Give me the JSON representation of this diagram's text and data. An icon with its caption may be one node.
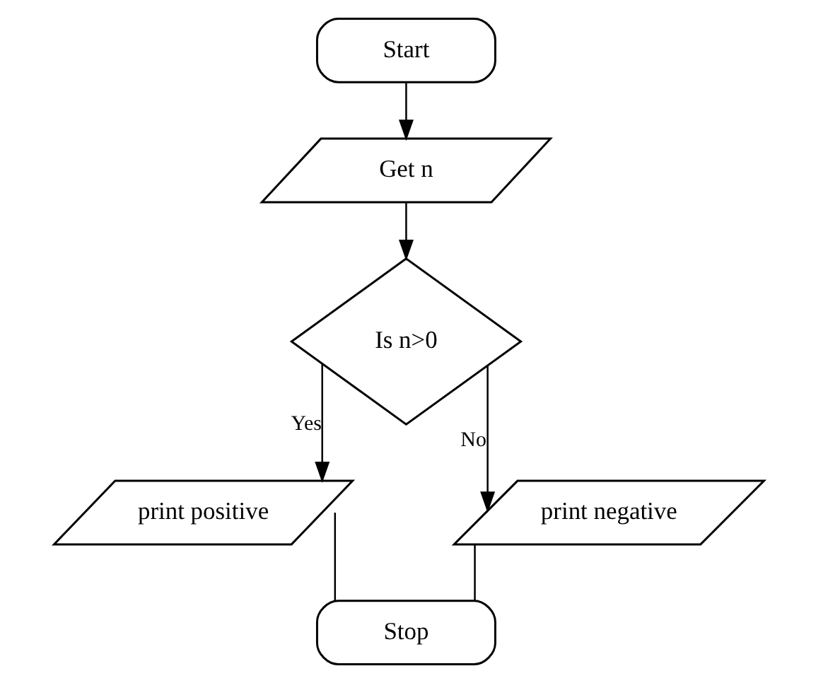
{
  "diagram": {
    "nodes": [
      {
        "text": [
          "Start"
        ]
      },
      {
        "text": [
          "Get n"
        ]
      },
      {
        "text": [
          "Is n>0"
        ]
      },
      {
        "text": [
          "print positive"
        ]
      },
      {
        "text": [
          "print negative"
        ]
      },
      {
        "text": [
          "Stop"
        ]
      }
    ],
    "edges": [
      {
        "from": 0,
        "to": 1,
        "arrow": "to"
      },
      {
        "from": 1,
        "to": 2,
        "arrow": "to"
      },
      {
        "from": 2,
        "to": 3,
        "arrow": "to",
        "label": "Yes"
      },
      {
        "from": 2,
        "to": 4,
        "arrow": "to",
        "label": "No"
      },
      {
        "from": 3,
        "to": 5,
        "arrow": "none"
      },
      {
        "from": 4,
        "to": 5,
        "arrow": "none"
      }
    ]
  }
}
